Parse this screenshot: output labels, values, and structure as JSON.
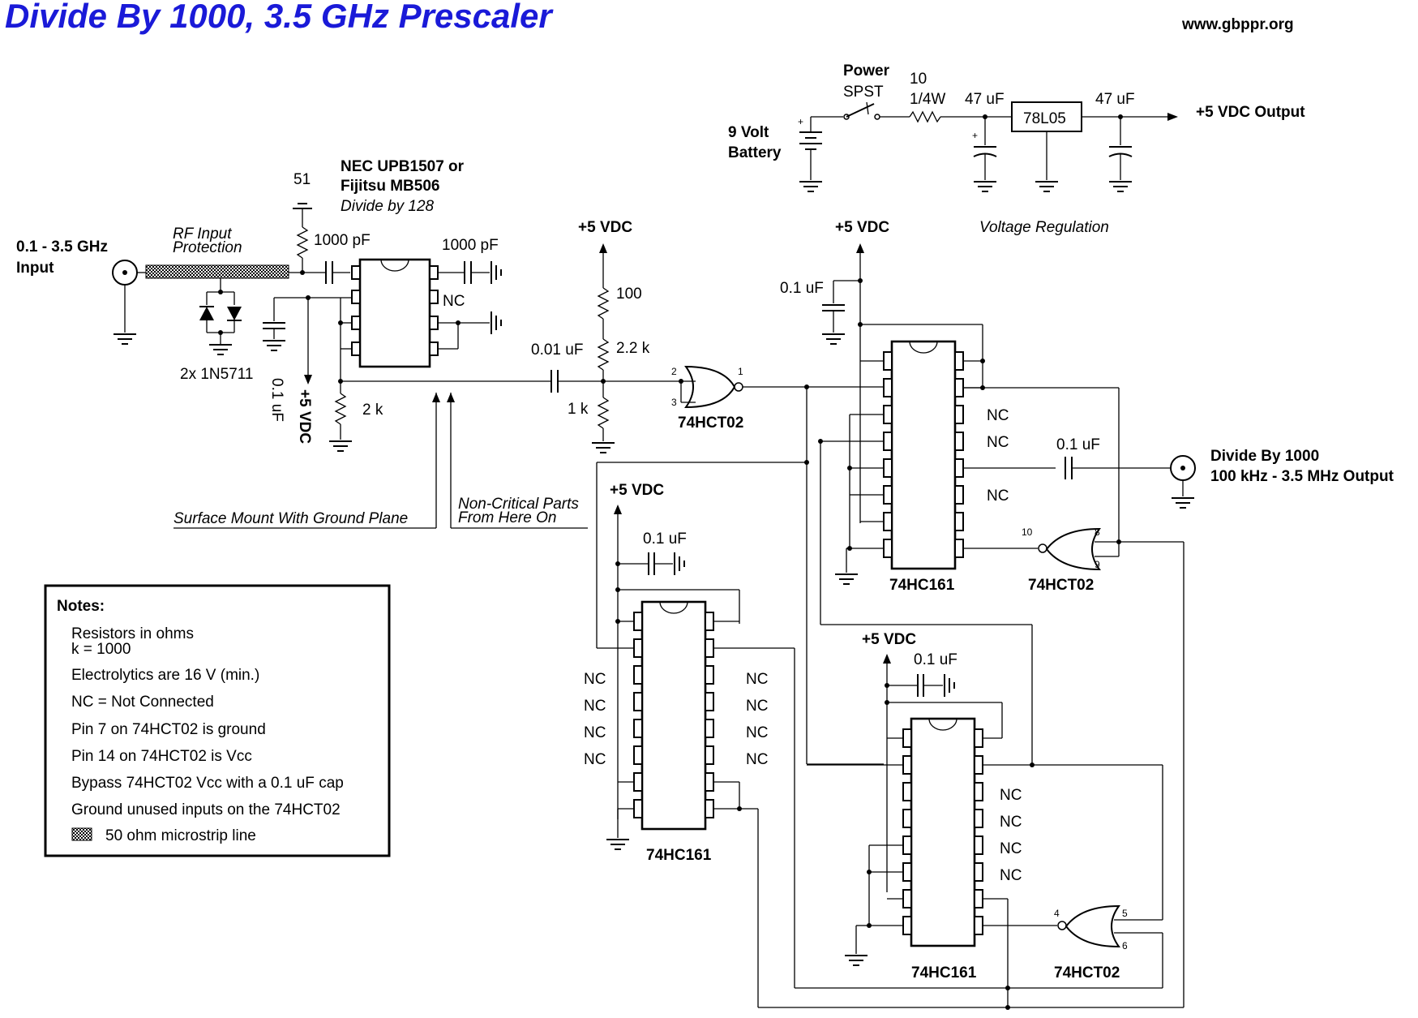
{
  "title": "Divide By 1000, 3.5 GHz Prescaler",
  "website": "www.gbppr.org",
  "input": {
    "line1": "0.1 - 3.5 GHz",
    "line2": "Input"
  },
  "rf_protection": {
    "line1": "RF Input",
    "line2": "Protection"
  },
  "diodes_label": "2x 1N5711",
  "prescaler_ic": {
    "line1": "NEC UPB1507 or",
    "line2": "Fijitsu MB506",
    "line3": "Divide by 128"
  },
  "values": {
    "r51": "51",
    "c_1000pf_in": "1000 pF",
    "c_1000pf_out": "1000 pF",
    "nc": "NC",
    "c_01uf_rot": "0.1 uF",
    "vdc_rot": "+5 VDC",
    "r2k": "2 k",
    "c001uf": "0.01 uF",
    "r100": "100",
    "r22k": "2.2 k",
    "r1k": "1 k",
    "c01uf": "0.1 uF"
  },
  "vdc": "+5 VDC",
  "gate_label": "74HCT02",
  "counter_label": "74HC161",
  "pins": {
    "p1": "1",
    "p2": "2",
    "p3": "3",
    "p4": "4",
    "p5": "5",
    "p6": "6",
    "p8": "8",
    "p9": "9",
    "p10": "10"
  },
  "annotations": {
    "surface_mount": "Surface Mount With Ground Plane",
    "non_critical1": "Non-Critical Parts",
    "non_critical2": "From Here On",
    "voltage_regulation": "Voltage Regulation"
  },
  "power": {
    "switch1": "Power",
    "switch2": "SPST",
    "battery1": "9 Volt",
    "battery2": "Battery",
    "res1": "10",
    "res2": "1/4W",
    "cap_in": "47 uF",
    "regulator": "78L05",
    "cap_out": "47 uF",
    "output": "+5 VDC Output"
  },
  "output": {
    "line1": "Divide By 1000",
    "line2": "100 kHz - 3.5 MHz Output"
  },
  "notes": {
    "title": "Notes:",
    "items": [
      "Resistors in ohms",
      "k = 1000",
      "Electrolytics are 16 V (min.)",
      "NC = Not Connected",
      "Pin 7 on 74HCT02 is ground",
      "Pin 14 on 74HCT02 is Vcc",
      "Bypass 74HCT02 Vcc with a 0.1 uF cap",
      "Ground unused inputs on the 74HCT02",
      "50 ohm microstrip line"
    ]
  }
}
